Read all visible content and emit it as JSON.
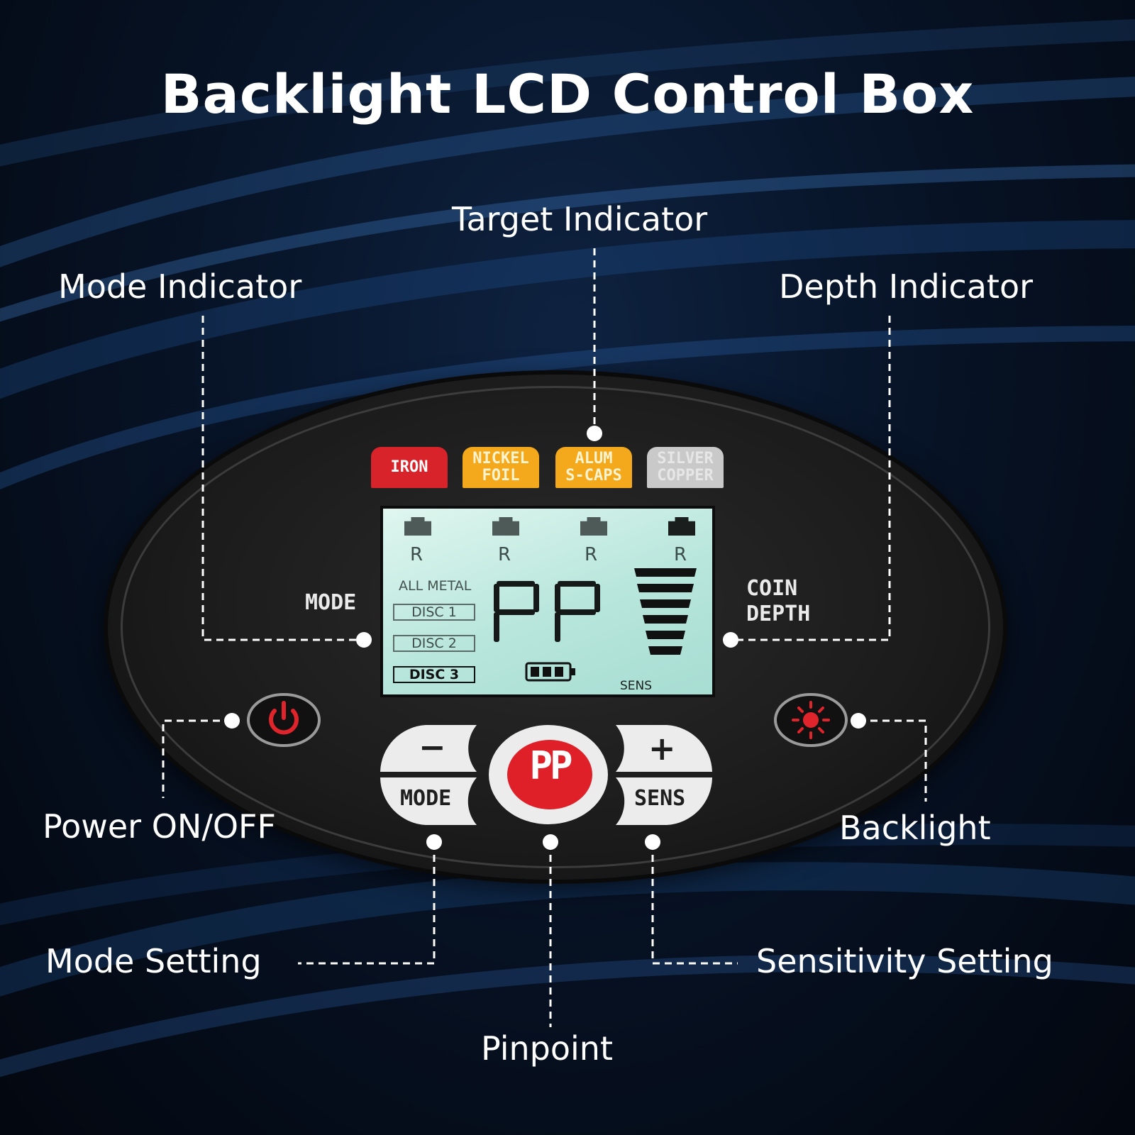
{
  "title": "Backlight LCD Control Box",
  "callouts": {
    "target_indicator": "Target Indicator",
    "mode_indicator": "Mode Indicator",
    "depth_indicator": "Depth Indicator",
    "power": "Power ON/OFF",
    "backlight": "Backlight",
    "mode_setting": "Mode Setting",
    "sensitivity_setting": "Sensitivity Setting",
    "pinpoint": "Pinpoint"
  },
  "target_tabs": {
    "iron": "IRON",
    "nickel_line1": "NICKEL",
    "nickel_line2": "FOIL",
    "alum_line1": "ALUM",
    "alum_line2": "S-CAPS",
    "silver_line1": "SILVER",
    "silver_line2": "COPPER"
  },
  "device_labels": {
    "mode": "MODE",
    "coin_line1": "COIN",
    "coin_line2": "DEPTH"
  },
  "lcd": {
    "reject_marker": "R",
    "all_metal": "ALL METAL",
    "disc1": "DISC 1",
    "disc2": "DISC 2",
    "disc3": "DISC 3",
    "active_mode": "DISC 3",
    "display": "PP",
    "sens": "SENS",
    "battery_bars": 3,
    "depth_bars": 6
  },
  "keys": {
    "minus": "−",
    "mode": "MODE",
    "pinpoint": "PP",
    "plus": "+",
    "sens": "SENS"
  },
  "colors": {
    "iron": "#d8232a",
    "nickel": "#f4a81c",
    "alum": "#f4a81c",
    "silver": "#c9c9c9",
    "accent_red": "#e0242b",
    "lcd": "#b8e6dc"
  }
}
